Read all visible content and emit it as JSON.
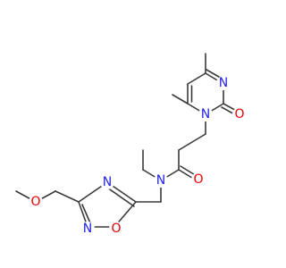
{
  "molecule": {
    "colors": {
      "bond": "#3a3a3a",
      "N": "#2323e6",
      "O": "#e60000",
      "C": "#3a3a3a"
    },
    "atoms": [
      {
        "id": "n1",
        "label": "N",
        "element": "N"
      },
      {
        "id": "o_pyr",
        "label": "O",
        "element": "O"
      },
      {
        "id": "n3",
        "label": "N",
        "element": "N"
      },
      {
        "id": "o_amide",
        "label": "O",
        "element": "O"
      },
      {
        "id": "n_amide",
        "label": "N",
        "element": "N"
      },
      {
        "id": "n_ox4",
        "label": "N",
        "element": "N"
      },
      {
        "id": "n_ox2",
        "label": "N",
        "element": "N"
      },
      {
        "id": "o_ox1",
        "label": "O",
        "element": "O"
      },
      {
        "id": "o_ether",
        "label": "O",
        "element": "O"
      }
    ]
  }
}
